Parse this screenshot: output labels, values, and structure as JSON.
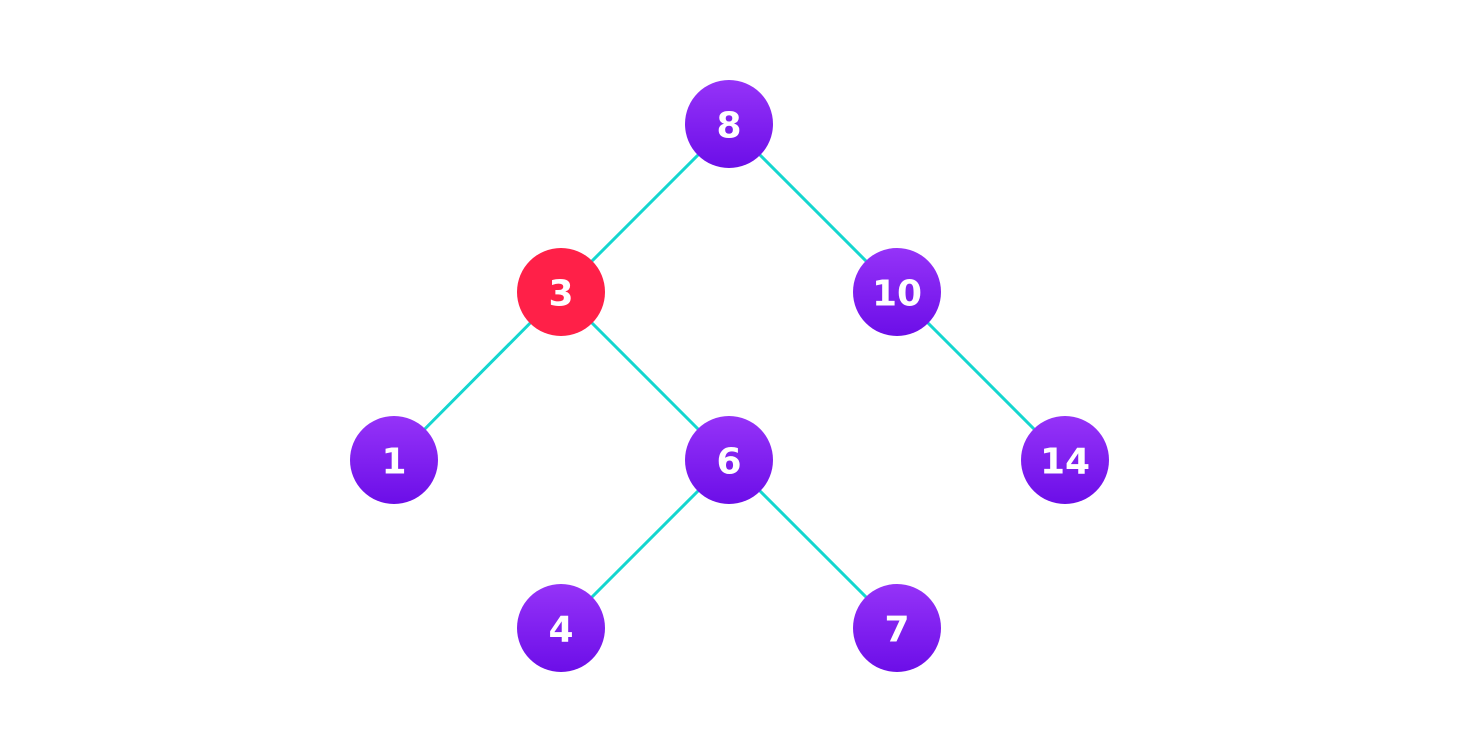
{
  "tree": {
    "nodes": [
      {
        "id": "n8",
        "label": "8",
        "highlighted": false
      },
      {
        "id": "n3",
        "label": "3",
        "highlighted": true
      },
      {
        "id": "n10",
        "label": "10",
        "highlighted": false
      },
      {
        "id": "n1",
        "label": "1",
        "highlighted": false
      },
      {
        "id": "n6",
        "label": "6",
        "highlighted": false
      },
      {
        "id": "n14",
        "label": "14",
        "highlighted": false
      },
      {
        "id": "n4",
        "label": "4",
        "highlighted": false
      },
      {
        "id": "n7",
        "label": "7",
        "highlighted": false
      }
    ],
    "edges": [
      {
        "from": "n8",
        "to": "n3"
      },
      {
        "from": "n8",
        "to": "n10"
      },
      {
        "from": "n3",
        "to": "n1"
      },
      {
        "from": "n3",
        "to": "n6"
      },
      {
        "from": "n10",
        "to": "n14"
      },
      {
        "from": "n6",
        "to": "n4"
      },
      {
        "from": "n6",
        "to": "n7"
      }
    ]
  },
  "colors": {
    "node_top": "#9533f8",
    "node_bottom": "#6c0ee8",
    "highlight": "#ff2048",
    "edge": "#14d6cf",
    "label": "#ffffff"
  }
}
